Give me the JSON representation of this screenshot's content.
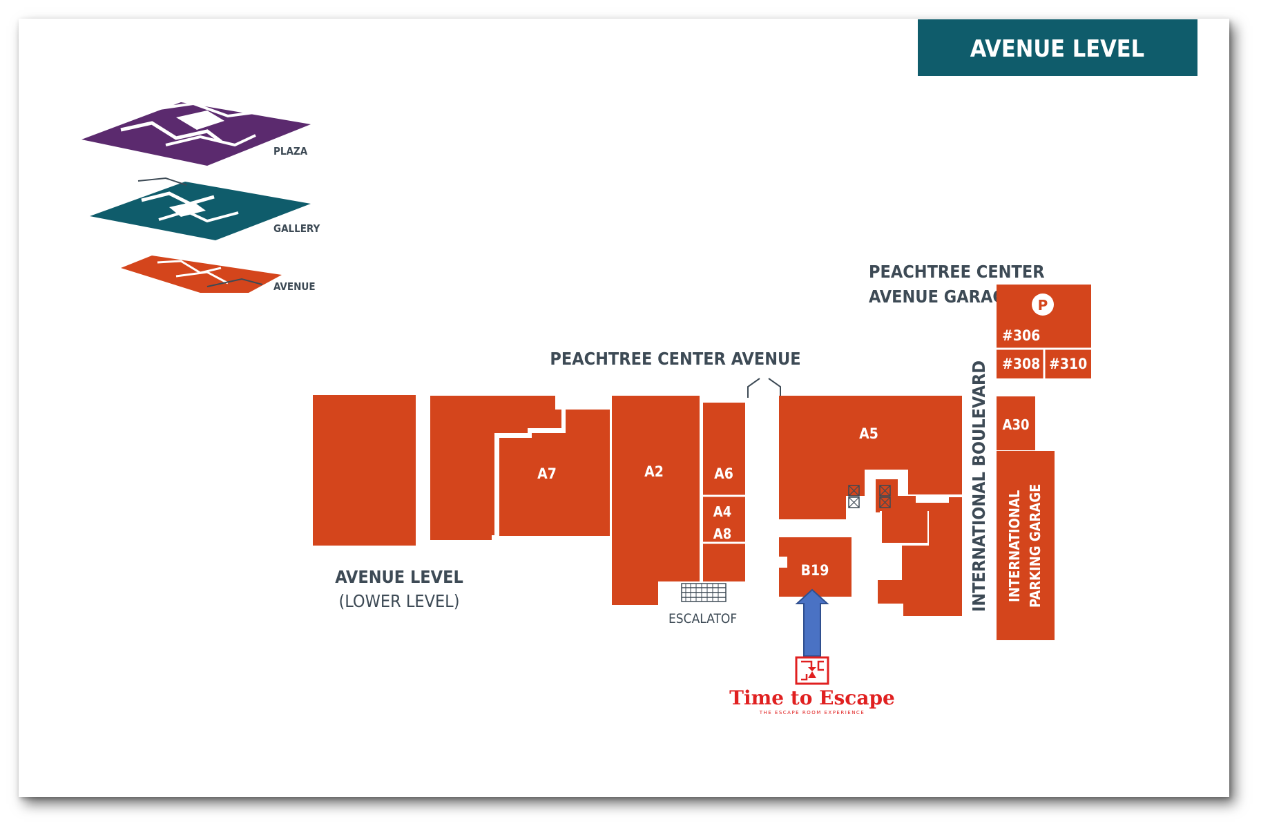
{
  "header": {
    "title": "AVENUE LEVEL"
  },
  "levels": [
    {
      "label": "PLAZA",
      "color": "#5b2a6e"
    },
    {
      "label": "GALLERY",
      "color": "#0f5c6b"
    },
    {
      "label": "AVENUE",
      "color": "#d4451c"
    }
  ],
  "streets": {
    "peachtree_center_avenue": "PEACHTREE CENTER AVENUE",
    "international_boulevard": "INTERNATIONAL BOULEVARD"
  },
  "garage": {
    "title_line1": "PEACHTREE CENTER",
    "title_line2": "AVENUE GARAGE",
    "parking_symbol": "P",
    "units": [
      "#306",
      "#308",
      "#310"
    ]
  },
  "international_garage": {
    "line1": "INTERNATIONAL",
    "line2": "PARKING GARAGE"
  },
  "units": {
    "a7": "A7",
    "a2": "A2",
    "a6": "A6",
    "a4": "A4",
    "a8": "A8",
    "a5": "A5",
    "a30": "A30",
    "b19": "B19"
  },
  "level_caption": {
    "line1": "AVENUE LEVEL",
    "line2": "(LOWER LEVEL)"
  },
  "escalator_label": "ESCALATOF",
  "brand": {
    "name": "Time to Escape",
    "tagline": "THE ESCAPE ROOM EXPERIENCE"
  },
  "colors": {
    "unit_fill": "#d4451c",
    "header_bg": "#0f5c6b",
    "arrow_fill": "#4a72c4",
    "brand_red": "#e02020",
    "label_text": "#3d4a55"
  }
}
